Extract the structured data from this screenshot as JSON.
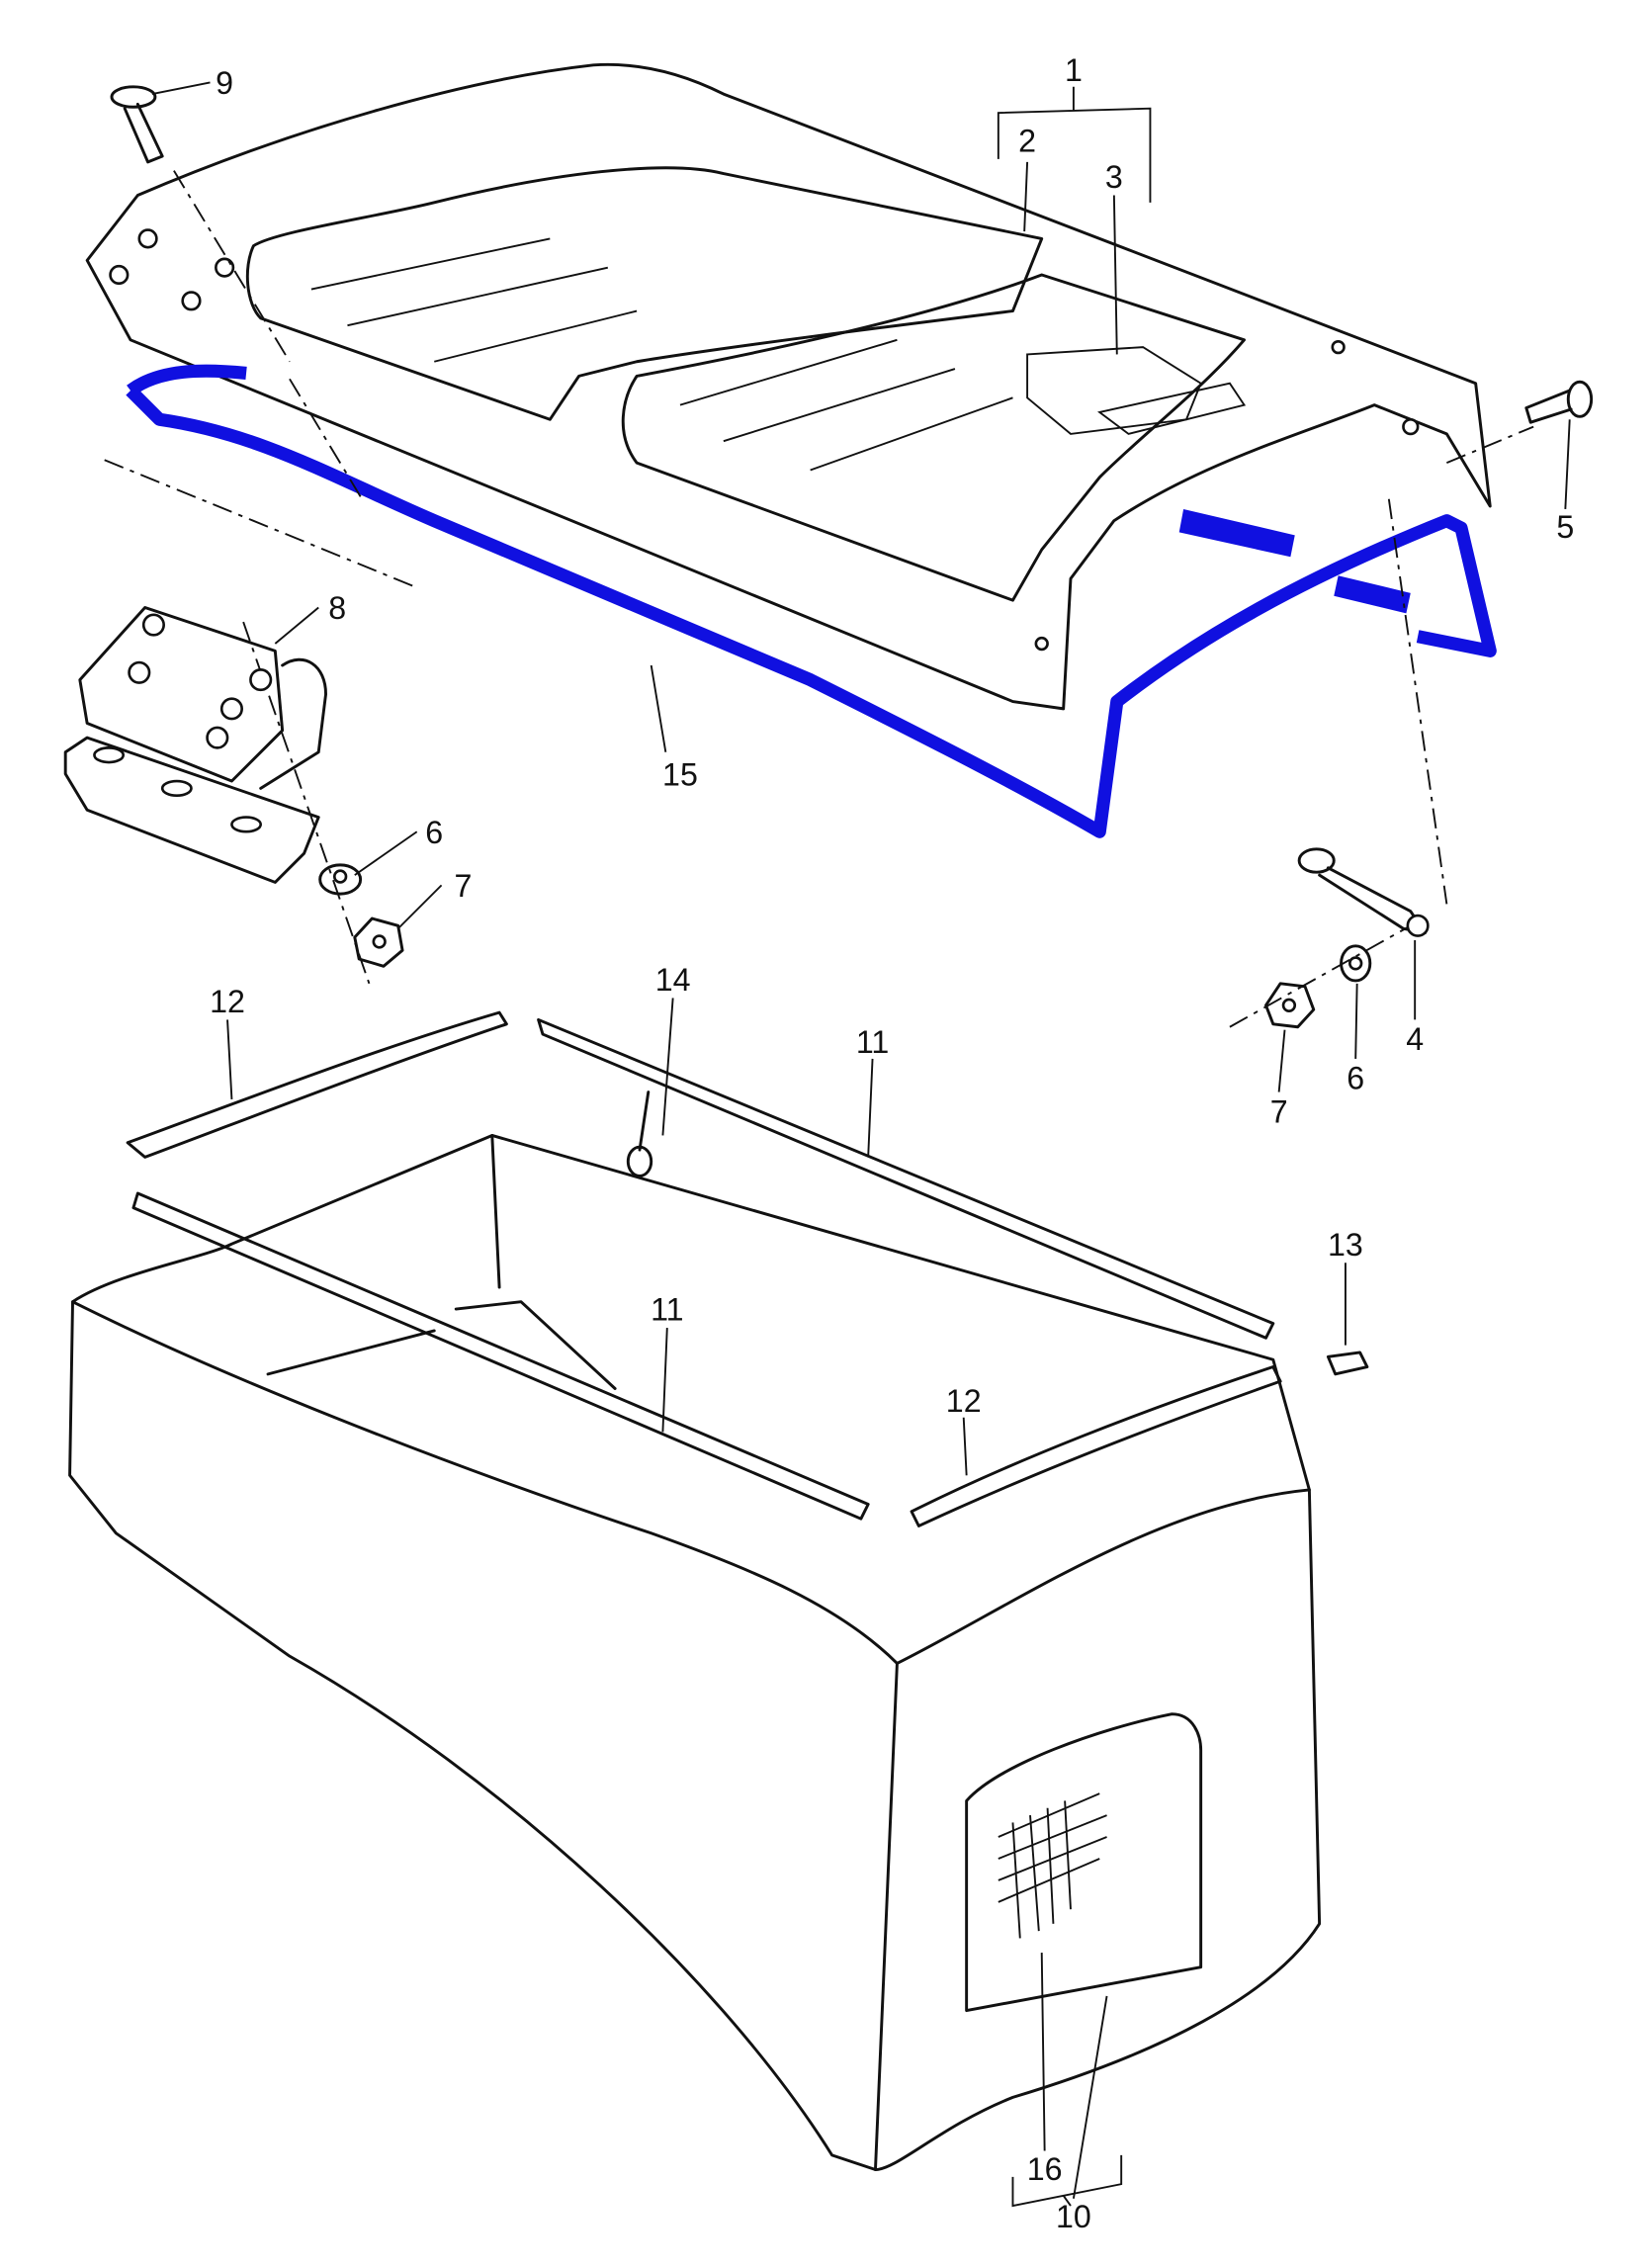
{
  "diagram": {
    "title": "Trunk lid and body exploded parts view",
    "accent_color": "#1010e0",
    "callouts": [
      {
        "id": "c1",
        "label": "1"
      },
      {
        "id": "c2",
        "label": "2"
      },
      {
        "id": "c3",
        "label": "3"
      },
      {
        "id": "c5",
        "label": "5"
      },
      {
        "id": "c9",
        "label": "9"
      },
      {
        "id": "c8",
        "label": "8"
      },
      {
        "id": "c15",
        "label": "15"
      },
      {
        "id": "c6a",
        "label": "6"
      },
      {
        "id": "c7a",
        "label": "7"
      },
      {
        "id": "c12a",
        "label": "12"
      },
      {
        "id": "c14",
        "label": "14"
      },
      {
        "id": "c11a",
        "label": "11"
      },
      {
        "id": "c4",
        "label": "4"
      },
      {
        "id": "c6b",
        "label": "6"
      },
      {
        "id": "c7b",
        "label": "7"
      },
      {
        "id": "c13",
        "label": "13"
      },
      {
        "id": "c11b",
        "label": "11"
      },
      {
        "id": "c12b",
        "label": "12"
      },
      {
        "id": "c16",
        "label": "16"
      },
      {
        "id": "c10",
        "label": "10"
      }
    ]
  }
}
